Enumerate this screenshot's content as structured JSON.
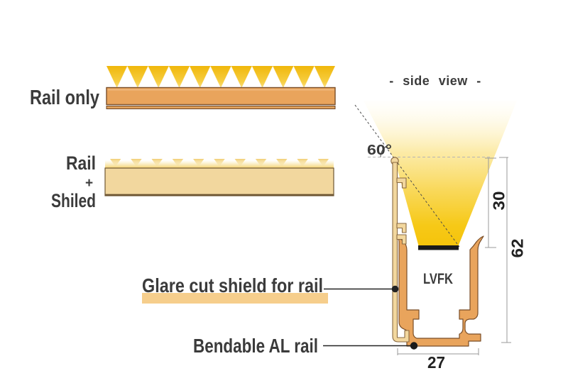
{
  "figures": {
    "rail_only": {
      "label": "Rail only"
    },
    "rail_shield": {
      "line1": "Rail",
      "line2": "+",
      "line3": "Shiled"
    },
    "side_view": {
      "title": "- side view -",
      "angle_label": "60°",
      "product_code": "LVFK",
      "dim_beam_height": "30",
      "dim_total_height": "62",
      "dim_width": "27"
    },
    "callouts": {
      "glare_shield": "Glare cut shield for rail",
      "bendable_rail": "Bendable AL rail"
    }
  },
  "colors": {
    "rail_orange": "#E9A45C",
    "shield_beige": "#F2D79E",
    "light_gold": "#F5C30A",
    "highlight": "#F6CE8C",
    "outline_brown": "#7A4E28",
    "text": "#3B3B3B"
  }
}
